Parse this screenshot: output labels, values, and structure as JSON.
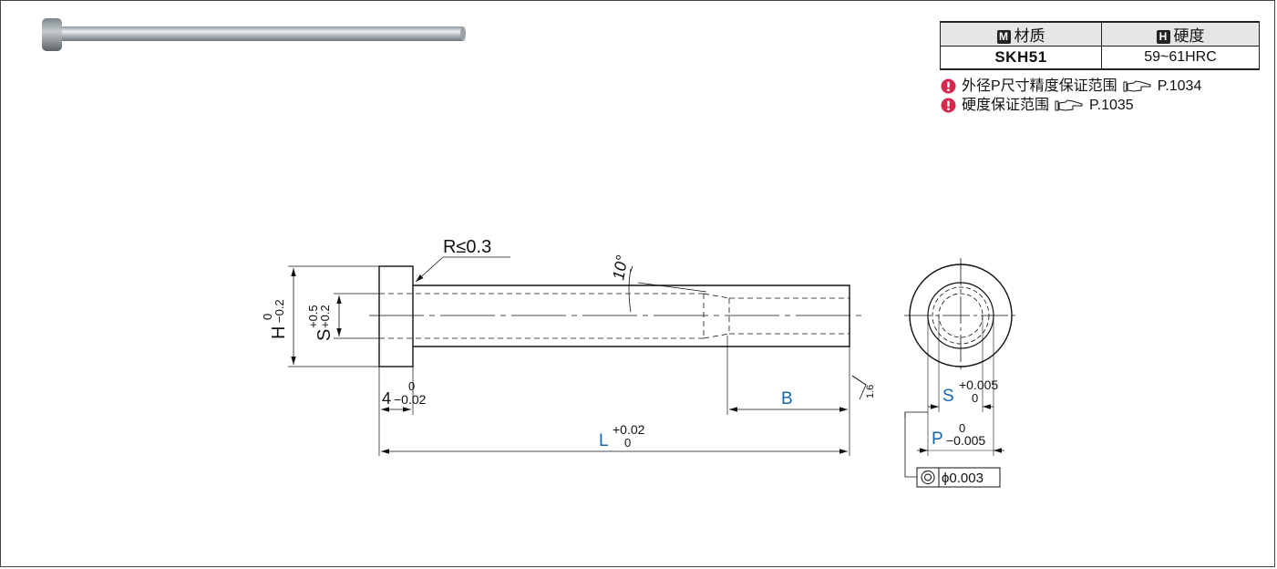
{
  "spec": {
    "material_header": "材质",
    "material_letter": "M",
    "hardness_header": "硬度",
    "hardness_letter": "H",
    "material_value": "SKH51",
    "hardness_value": "59~61HRC"
  },
  "notes": [
    {
      "text": "外径P尺寸精度保证范围",
      "ref": "P.1034"
    },
    {
      "text": "硬度保证范围",
      "ref": "P.1035"
    }
  ],
  "drawing": {
    "radius_label": "R≤0.3",
    "angle_label": "10°",
    "h_label": "H",
    "h_tol_upper": "0",
    "h_tol_lower": "−0.2",
    "s_label": "S",
    "s_tol_upper": "+0.5",
    "s_tol_lower": "+0.2",
    "head_label": "4",
    "head_tol_upper": "0",
    "head_tol_lower": "−0.02",
    "b_label": "B",
    "l_label": "L",
    "l_tol_upper": "+0.02",
    "l_tol_lower": "0",
    "roughness": "1.6",
    "s_end_label": "S",
    "s_end_tol_upper": "+0.005",
    "s_end_tol_lower": "0",
    "p_label": "P",
    "p_tol_upper": "0",
    "p_tol_lower": "−0.005",
    "concentricity": "ϕ0.003"
  },
  "colors": {
    "accent_blue": "#1565b3",
    "warning_red": "#d6274c"
  }
}
